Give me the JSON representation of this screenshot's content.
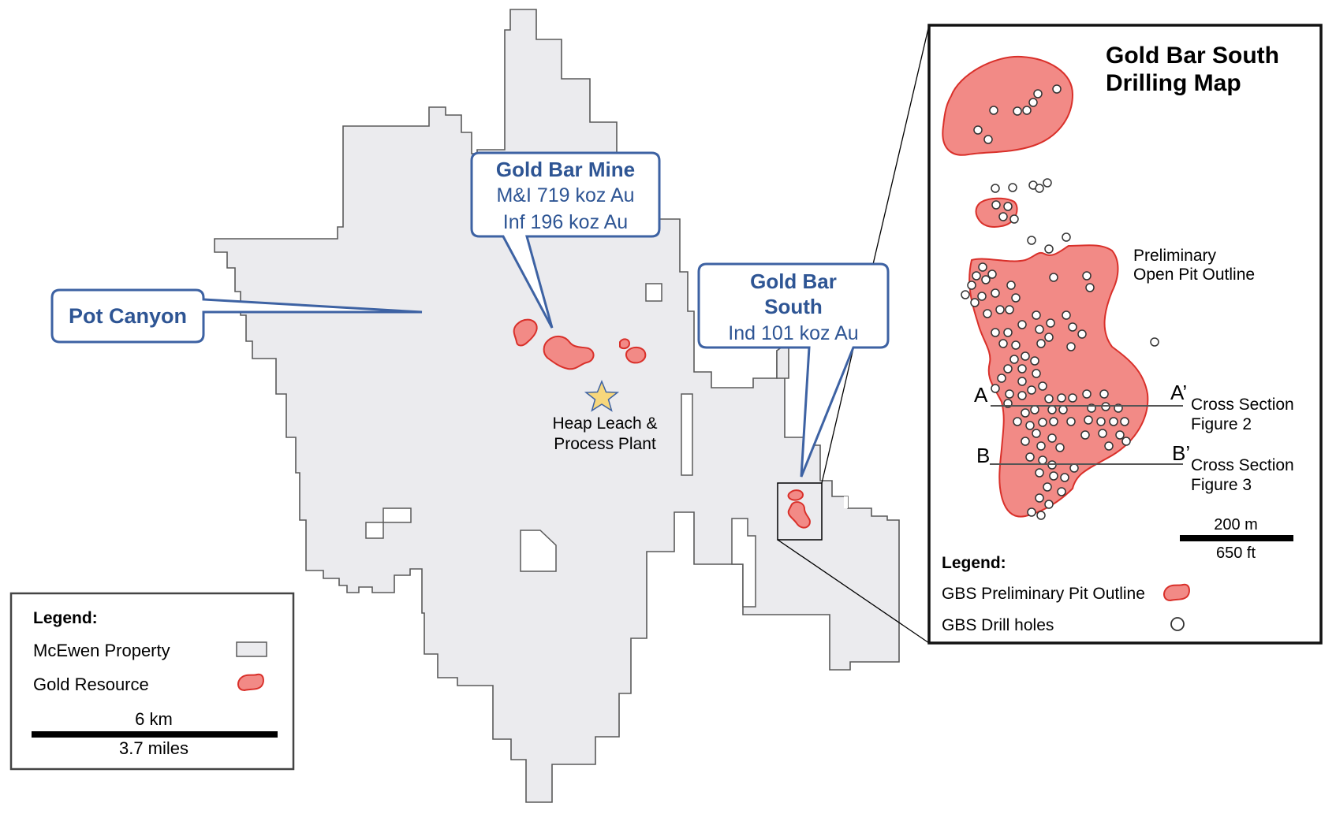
{
  "colors": {
    "property_fill": "#ebebee",
    "property_stroke": "#5a5a5a",
    "resource_fill": "#f28a86",
    "resource_stroke": "#d9302a",
    "callout_stroke": "#3d62a3",
    "callout_text": "#2e5594",
    "star_fill": "#f7d77c",
    "star_stroke": "#3d62a3"
  },
  "callouts": {
    "pot_canyon": {
      "title": "Pot Canyon"
    },
    "gold_bar_mine": {
      "title": "Gold Bar Mine",
      "line1": "M&I 719 koz Au",
      "line2": "Inf 196 koz Au"
    },
    "gold_bar_south": {
      "title_line1": "Gold Bar",
      "title_line2": "South",
      "line1": "Ind 101 koz Au"
    }
  },
  "plant_label": {
    "line1": "Heap Leach &",
    "line2": "Process Plant",
    "icon": "star-icon"
  },
  "main_legend": {
    "title": "Legend:",
    "items": [
      {
        "label": "McEwen Property",
        "icon": "property-swatch-icon"
      },
      {
        "label": "Gold Resource",
        "icon": "resource-swatch-icon"
      }
    ],
    "scale_top": "6 km",
    "scale_bottom": "3.7 miles"
  },
  "inset": {
    "title_line1": "Gold Bar South",
    "title_line2": "Drilling Map",
    "pit_label_line1": "Preliminary",
    "pit_label_line2": "Open Pit Outline",
    "section_a": {
      "start": "A",
      "end": "A’",
      "label_line1": "Cross Section",
      "label_line2": "Figure 2"
    },
    "section_b": {
      "start": "B",
      "end": "B’",
      "label_line1": "Cross Section",
      "label_line2": "Figure 3"
    },
    "scale_top": "200 m",
    "scale_bottom": "650 ft",
    "legend": {
      "title": "Legend:",
      "items": [
        {
          "label": "GBS Preliminary Pit Outline",
          "icon": "pit-swatch-icon"
        },
        {
          "label": "GBS Drill holes",
          "icon": "drill-hole-icon"
        }
      ]
    }
  }
}
